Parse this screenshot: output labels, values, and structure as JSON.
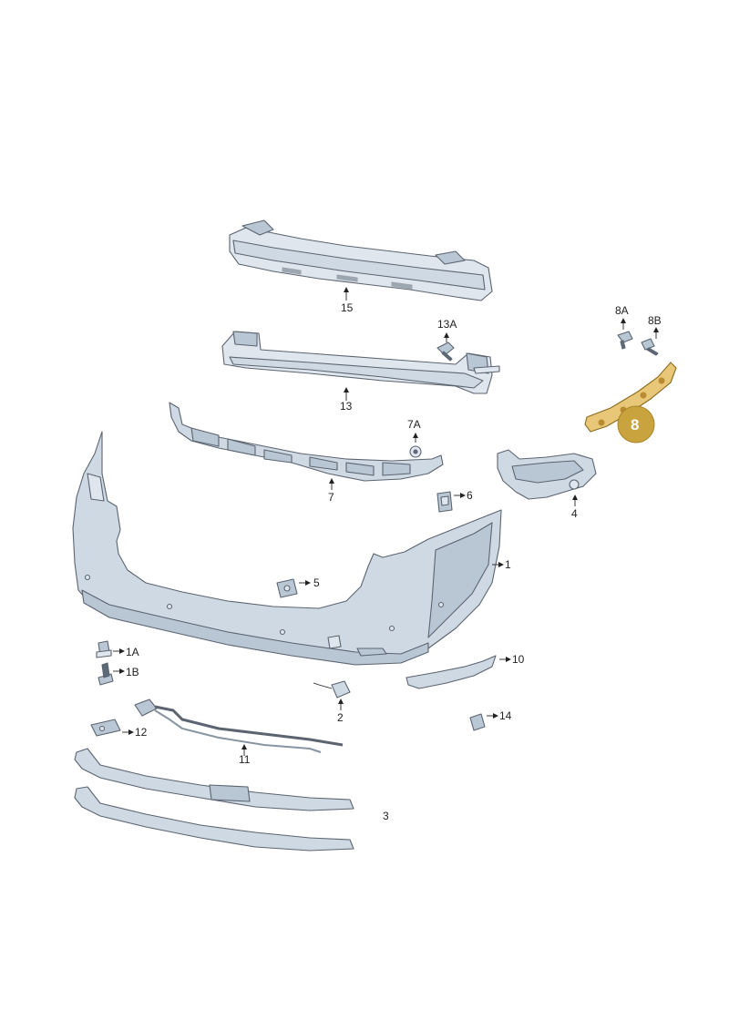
{
  "labels": {
    "p15": "15",
    "p13A": "13A",
    "p13": "13",
    "p8A": "8A",
    "p8B": "8B",
    "p8": "8",
    "p7A": "7A",
    "p7": "7",
    "p6": "6",
    "p4": "4",
    "p1": "1",
    "p5": "5",
    "p1A": "1A",
    "p1B": "1B",
    "p10": "10",
    "p2": "2",
    "p14": "14",
    "p12": "12",
    "p11": "11",
    "p3": "3"
  },
  "colors": {
    "part_fill": "#cfd9e4",
    "part_stroke": "#5b6470",
    "highlight": "#c9a43e",
    "highlight_part": "#e8c878"
  }
}
